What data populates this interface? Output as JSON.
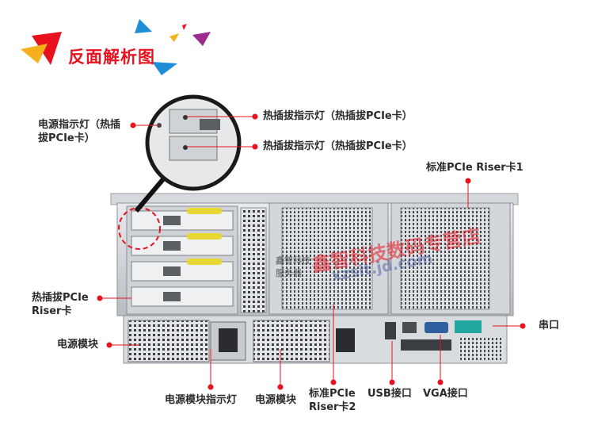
{
  "header": {
    "title": "反面解析图"
  },
  "callouts": {
    "left_top_line1": "电源指示灯（热插",
    "left_top_line2": "拔PCIe卡）",
    "hotplug_indicator_1": "热插拔指示灯（热插拔PCIe卡）",
    "hotplug_indicator_2": "热插拔指示灯（热插拔PCIe卡）",
    "riser1": "标准PCIe Riser卡1",
    "hotplug_riser_line1": "热插拔PCIe",
    "hotplug_riser_line2": "Riser卡",
    "psu_left": "电源模块",
    "serial_port": "串口",
    "psu_indicator": "电源模块指示灯",
    "psu_mid": "电源模块",
    "riser2_line1": "标准PCIe",
    "riser2_line2": "Riser卡2",
    "usb": "USB接口",
    "vga": "VGA接口"
  },
  "watermark": {
    "main": "鑫智科技数码专营店",
    "url": "xzsit.jd.com",
    "small_line1": "鑫智科技",
    "small_line2": "服务器"
  },
  "colors": {
    "accent_red": "#e8121e",
    "triangle_yellow": "#f6b01c",
    "triangle_blue": "#1f8ed8",
    "triangle_purple": "#9b2d8e",
    "chassis": "#c9ccd0",
    "chassis_dark": "#3a3d42"
  }
}
